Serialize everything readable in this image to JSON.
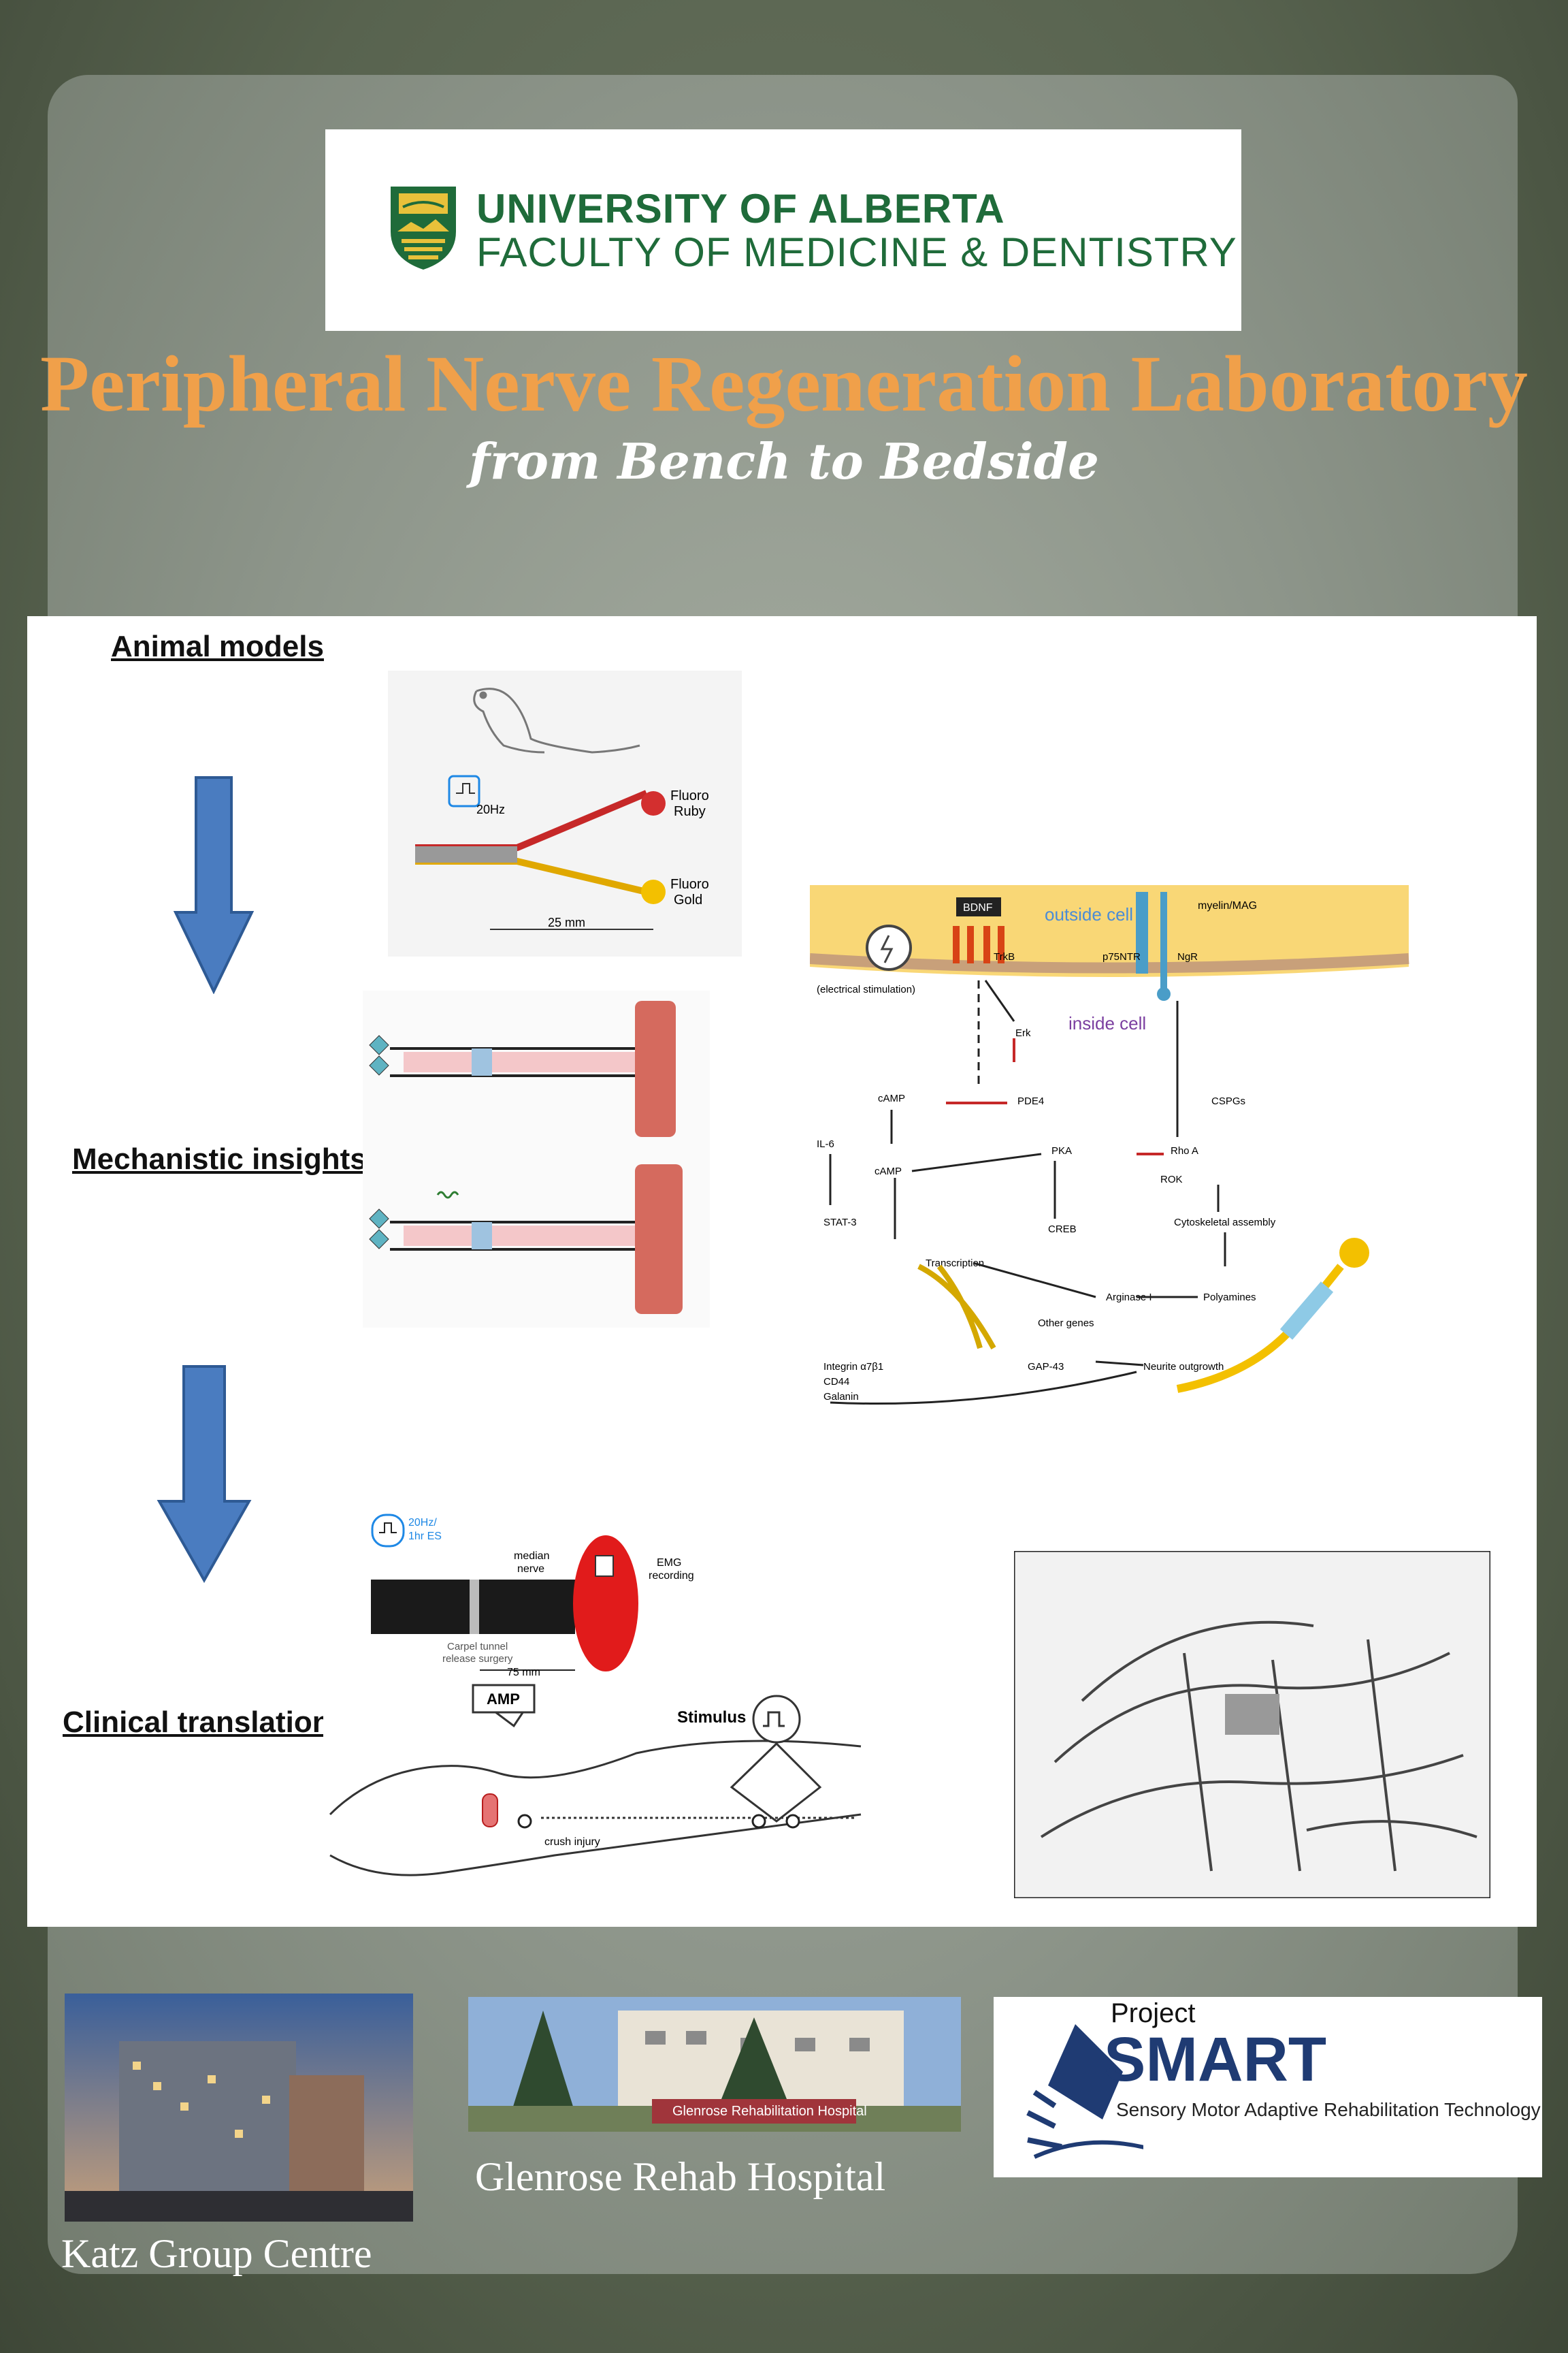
{
  "logo": {
    "line1": "UNIVERSITY OF ALBERTA",
    "line2": "FACULTY OF MEDICINE & DENTISTRY"
  },
  "title": "Peripheral Nerve Regeneration Laboratory",
  "subtitle": "from Bench to Bedside",
  "sections": {
    "animal_models": "Animal models",
    "mechanistic": "Mechanistic insights",
    "clinical": "Clinical translation"
  },
  "rat_figure": {
    "hz": "20Hz",
    "ruby": [
      "Fluoro",
      "Ruby"
    ],
    "gold": [
      "Fluoro",
      "Gold"
    ],
    "dist": "25 mm"
  },
  "pathway": {
    "outside": "outside cell",
    "inside": "inside cell",
    "bdnf": "BDNF",
    "myelin": "myelin/MAG",
    "trkb": "TrkB",
    "p75": "p75NTR",
    "ngr": "NgR",
    "estim": "(electrical stimulation)",
    "erk": "Erk",
    "camp1": "cAMP",
    "pde4": "PDE4",
    "il6": "IL-6",
    "camp2": "cAMP",
    "pka": "PKA",
    "rhoa": "Rho A",
    "cspgs": "CSPGs",
    "rok": "ROK",
    "stat3": "STAT-3",
    "creb": "CREB",
    "cyto": "Cytoskeletal assembly",
    "transcription": "Transcription",
    "arginase": "Arginase I",
    "polyamines": "Polyamines",
    "othergenes": "Other genes",
    "gap43": "GAP-43",
    "neurite": "Neurite outgrowth",
    "integrin": "Integrin α7β1",
    "cd44": "CD44",
    "galanin": "Galanin"
  },
  "clinical_fig": {
    "hz": "20Hz/",
    "es": "1hr ES",
    "median": "median",
    "nerve": "nerve",
    "emg": "EMG",
    "rec": "recording",
    "carpel": "Carpel tunnel",
    "release": "release surgery",
    "dist": "75 mm",
    "amp": "AMP",
    "stimulus": "Stimulus",
    "crush": "crush injury"
  },
  "footer": {
    "katz": "Katz Group Centre",
    "glenrose": "Glenrose Rehab Hospital",
    "glenrose_sign": "Glenrose Rehabilitation Hospital",
    "smart_project": "Project",
    "smart": "SMART",
    "smart_sub": "Sensory Motor Adaptive Rehabilitation Technology"
  },
  "colors": {
    "title": "#f0a04a",
    "arrow": "#4a7cc0",
    "uofa_green": "#1f6b3a",
    "uofa_gold": "#e8c13a"
  }
}
